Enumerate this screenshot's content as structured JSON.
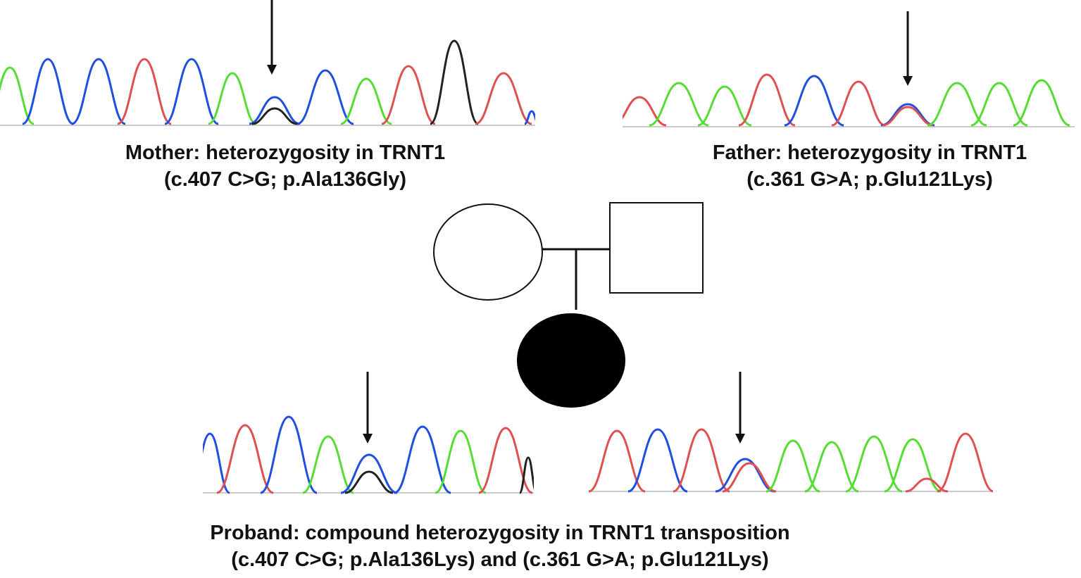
{
  "captions": {
    "mother": {
      "line1": "Mother: heterozygosity in TRNT1",
      "line2": "(c.407 C>G; p.Ala136Gly)"
    },
    "father": {
      "line1": "Father: heterozygosity in TRNT1",
      "line2": "(c.361 G>A; p.Glu121Lys)"
    },
    "proband": {
      "line1": "Proband: compound heterozygosity in TRNT1 transposition",
      "line2": "(c.407 C>G; p.Ala136Lys) and (c.361 G>A; p.Glu121Lys)"
    }
  },
  "colors": {
    "base_green": "#55dd33",
    "base_blue": "#1f4fe0",
    "base_red": "#e05050",
    "base_black": "#222222",
    "baseline": "#cccccc",
    "affected_fill": "#000000",
    "unaffected_fill": "#ffffff",
    "pedigree_line": "#111111"
  },
  "pedigree": {
    "mother": {
      "shape": "circle",
      "affected": false
    },
    "father": {
      "shape": "square",
      "affected": false
    },
    "proband": {
      "shape": "circle",
      "affected": true
    }
  }
}
